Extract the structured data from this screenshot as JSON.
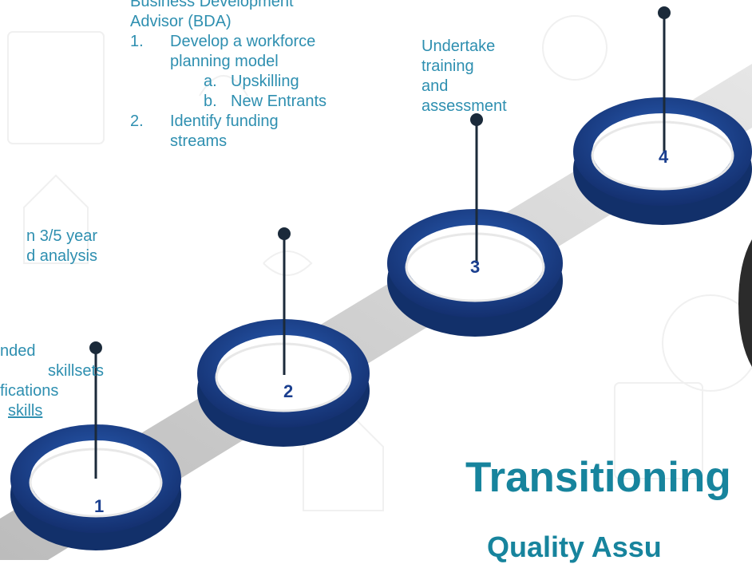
{
  "step1": {
    "number": "1",
    "text_lines": [
      "n 3/5 year",
      "d analysis",
      "nded",
      "skillsets",
      "fications",
      "skills"
    ]
  },
  "step2": {
    "number": "2",
    "heading": [
      "Business Development",
      "Advisor (BDA)"
    ],
    "item1_num": "1.",
    "item1_text": [
      "Develop a workforce",
      "planning model"
    ],
    "sub_a_label": "a.",
    "sub_a_text": "Upskilling",
    "sub_b_label": "b.",
    "sub_b_text": "New Entrants",
    "item2_num": "2.",
    "item2_text": [
      "Identify funding",
      "streams"
    ]
  },
  "step3": {
    "number": "3",
    "text_lines": [
      "Undertake",
      "training",
      "and",
      "assessment"
    ]
  },
  "step4": {
    "number": "4"
  },
  "title": {
    "main": "Transitioning",
    "sub": "Quality Assu"
  },
  "colors": {
    "ring_blue": "#1b3f8f",
    "text_teal": "#2e8fb0",
    "title_teal": "#17849d",
    "path_gray": "#d3d3d3"
  }
}
